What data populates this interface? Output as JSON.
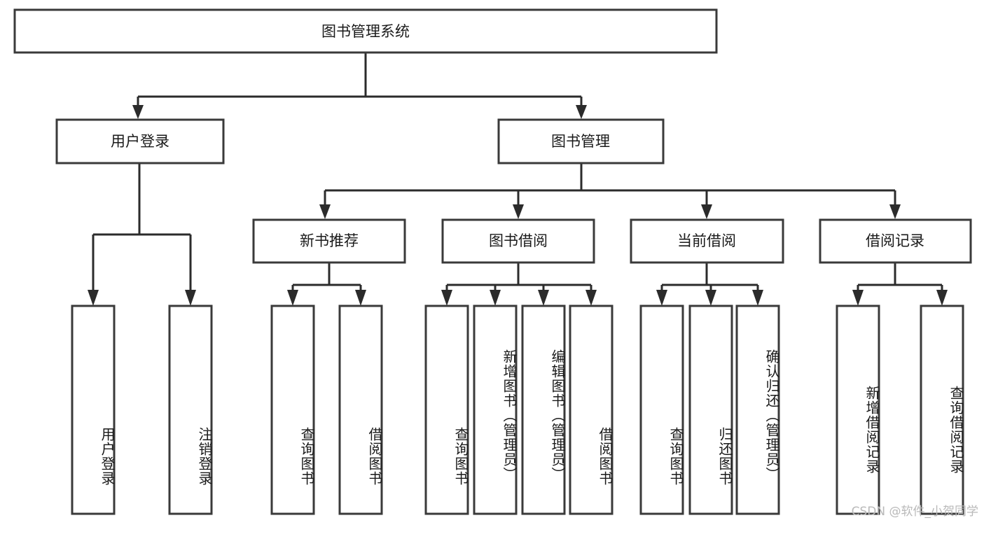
{
  "diagram": {
    "title": "图书管理系统",
    "type": "hierarchy-tree",
    "watermark": "CSDN @软件_小贺同学",
    "colors": {
      "box_border": "#3a3a3a",
      "connector": "#2b2b2b",
      "background": "#ffffff",
      "text": "#1a1a1a",
      "watermark": "#b9b9b9"
    },
    "root": {
      "label": "图书管理系统"
    },
    "level2": [
      {
        "label": "用户登录"
      },
      {
        "label": "图书管理"
      }
    ],
    "level3": [
      {
        "label": "新书推荐"
      },
      {
        "label": "图书借阅"
      },
      {
        "label": "当前借阅"
      },
      {
        "label": "借阅记录"
      }
    ],
    "leaves": {
      "user_login": [
        {
          "label": "用户登录"
        },
        {
          "label": "注销登录"
        }
      ],
      "new_book_recommend": [
        {
          "label": "查询图书"
        },
        {
          "label": "借阅图书"
        }
      ],
      "book_borrow": [
        {
          "label": "查询图书"
        },
        {
          "label": "新增图书（管理员）"
        },
        {
          "label": "编辑图书（管理员）"
        },
        {
          "label": "借阅图书"
        }
      ],
      "current_borrow": [
        {
          "label": "查询图书"
        },
        {
          "label": "归还图书"
        },
        {
          "label": "确认归还（管理员）"
        }
      ],
      "borrow_record": [
        {
          "label": "新增借阅记录"
        },
        {
          "label": "查询借阅记录"
        }
      ]
    }
  }
}
